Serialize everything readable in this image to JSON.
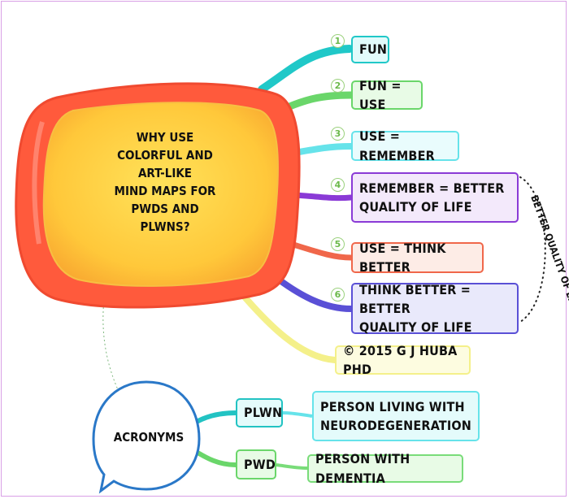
{
  "central": {
    "text": "WHY USE\nCOLORFUL AND\nART-LIKE\nMIND MAPS FOR\nPWDS AND\nPLWNS?"
  },
  "branches": [
    {
      "number": "1",
      "label": "FUN",
      "color": "#20c8c8",
      "fill": "#e2fbfb"
    },
    {
      "number": "2",
      "label": "FUN = USE",
      "color": "#6ad66a",
      "fill": "#e8fbe6"
    },
    {
      "number": "3",
      "label": "USE = REMEMBER",
      "color": "#66e3ea",
      "fill": "#e9fcfd"
    },
    {
      "number": "4",
      "label": "REMEMBER = BETTER\nQUALITY OF LIFE",
      "color": "#8a3ad6",
      "fill": "#f3e9fb"
    },
    {
      "number": "5",
      "label": "USE = THINK BETTER",
      "color": "#f0674a",
      "fill": "#fdece6"
    },
    {
      "number": "6",
      "label": "THINK BETTER = BETTER\nQUALITY OF LIFE",
      "color": "#5a50d6",
      "fill": "#e9e9fb"
    }
  ],
  "copyright": {
    "label": "© 2015 G J HUBA PHD",
    "color": "#f4f08a",
    "fill": "#fdfce0"
  },
  "boundary_label": "BETTER QUALITY OF LIFE",
  "acronyms": {
    "title": "ACRONYMS",
    "items": [
      {
        "abbr": "PLWN",
        "meaning": "PERSON LIVING WITH\nNEURODEGENERATION",
        "color": "#22c3c3",
        "fill": "#e4fbfb",
        "meaning_color": "#66e3ea"
      },
      {
        "abbr": "PWD",
        "meaning": "PERSON WITH DEMENTIA",
        "color": "#6ad66a",
        "fill": "#e8fbe6",
        "meaning_color": "#79dc79"
      }
    ]
  },
  "colors": {
    "central_outer": "#ff5a3c",
    "central_inner": "#ffcf3a",
    "acronym_bubble": "#2a78c8",
    "frame": "#d9a0e6"
  }
}
